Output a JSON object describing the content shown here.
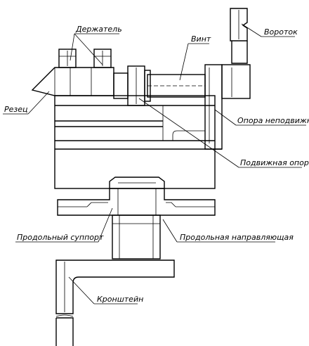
{
  "labels": {
    "holder": "Держатель",
    "screw": "Винт",
    "handle": "Вороток",
    "cutter": "Резец",
    "fixed_support": "Опора неподвижная",
    "movable_support": "Подвижная опора",
    "longitudinal_slide": "Продольный суппорт",
    "longitudinal_guide": "Продольная направляющая",
    "bracket": "Кронштейн"
  }
}
